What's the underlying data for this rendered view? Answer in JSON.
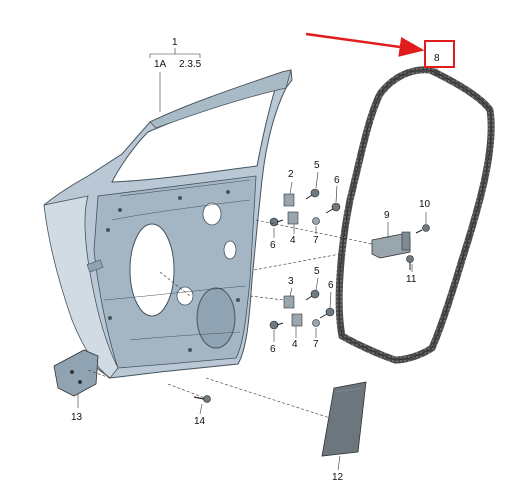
{
  "callouts": {
    "c1": "1",
    "c1a": "1A",
    "c235": "2.3.5",
    "c2a": "2",
    "c5a": "5",
    "c6a": "6",
    "c6b": "6",
    "c4a": "4",
    "c7a": "7",
    "c3": "3",
    "c5b": "5",
    "c6c": "6",
    "c6d": "6",
    "c4b": "4",
    "c7b": "7",
    "c8": "8",
    "c9": "9",
    "c10": "10",
    "c11": "11",
    "c12": "12",
    "c13": "13",
    "c14": "14"
  },
  "highlight": {
    "target": "8",
    "color": "#e01c1c"
  },
  "colors": {
    "door_fill": "#b9c8d4",
    "door_dark": "#8fa3b3",
    "seal": "#3a3a3a",
    "part_gray": "#9aa6ae",
    "label_text": "#111111"
  }
}
